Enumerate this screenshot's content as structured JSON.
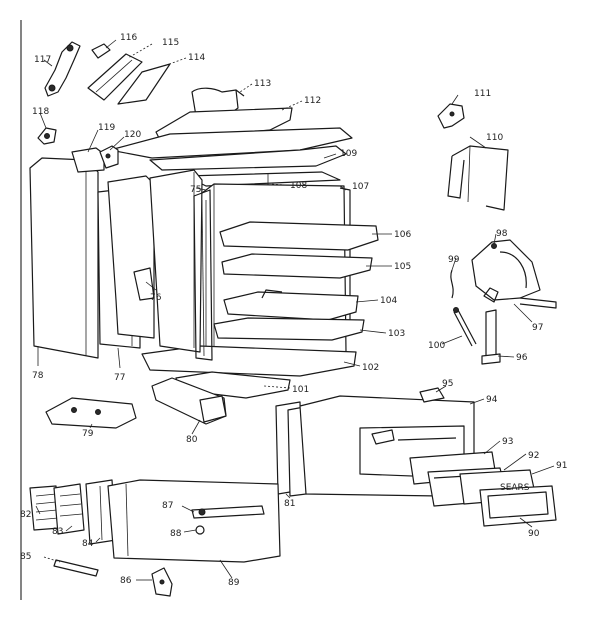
{
  "callouts": [
    {
      "id": "c75",
      "text": "75"
    },
    {
      "id": "c76",
      "text": "76"
    },
    {
      "id": "c77",
      "text": "77"
    },
    {
      "id": "c78",
      "text": "78"
    },
    {
      "id": "c79",
      "text": "79"
    },
    {
      "id": "c80",
      "text": "80"
    },
    {
      "id": "c81",
      "text": "81"
    },
    {
      "id": "c82",
      "text": "82"
    },
    {
      "id": "c83",
      "text": "83"
    },
    {
      "id": "c84",
      "text": "84"
    },
    {
      "id": "c85",
      "text": "85"
    },
    {
      "id": "c86",
      "text": "86"
    },
    {
      "id": "c87",
      "text": "87"
    },
    {
      "id": "c88",
      "text": "88"
    },
    {
      "id": "c89",
      "text": "89"
    },
    {
      "id": "c90",
      "text": "90"
    },
    {
      "id": "c91",
      "text": "91"
    },
    {
      "id": "c92",
      "text": "92"
    },
    {
      "id": "c93",
      "text": "93"
    },
    {
      "id": "c94",
      "text": "94"
    },
    {
      "id": "c95",
      "text": "95"
    },
    {
      "id": "c96",
      "text": "96"
    },
    {
      "id": "c97",
      "text": "97"
    },
    {
      "id": "c98",
      "text": "98"
    },
    {
      "id": "c99",
      "text": "99"
    },
    {
      "id": "c100",
      "text": "100"
    },
    {
      "id": "c101",
      "text": "101"
    },
    {
      "id": "c102",
      "text": "102"
    },
    {
      "id": "c103",
      "text": "103"
    },
    {
      "id": "c104",
      "text": "104"
    },
    {
      "id": "c105",
      "text": "105"
    },
    {
      "id": "c106",
      "text": "106"
    },
    {
      "id": "c107",
      "text": "107"
    },
    {
      "id": "c108",
      "text": "108"
    },
    {
      "id": "c109",
      "text": "109"
    },
    {
      "id": "c110",
      "text": "110"
    },
    {
      "id": "c111",
      "text": "111"
    },
    {
      "id": "c112",
      "text": "112"
    },
    {
      "id": "c113",
      "text": "113"
    },
    {
      "id": "c114",
      "text": "114"
    },
    {
      "id": "c115",
      "text": "115"
    },
    {
      "id": "c116",
      "text": "116"
    },
    {
      "id": "c117",
      "text": "117"
    },
    {
      "id": "c118",
      "text": "118"
    },
    {
      "id": "c119",
      "text": "119"
    },
    {
      "id": "c120",
      "text": "120"
    }
  ]
}
